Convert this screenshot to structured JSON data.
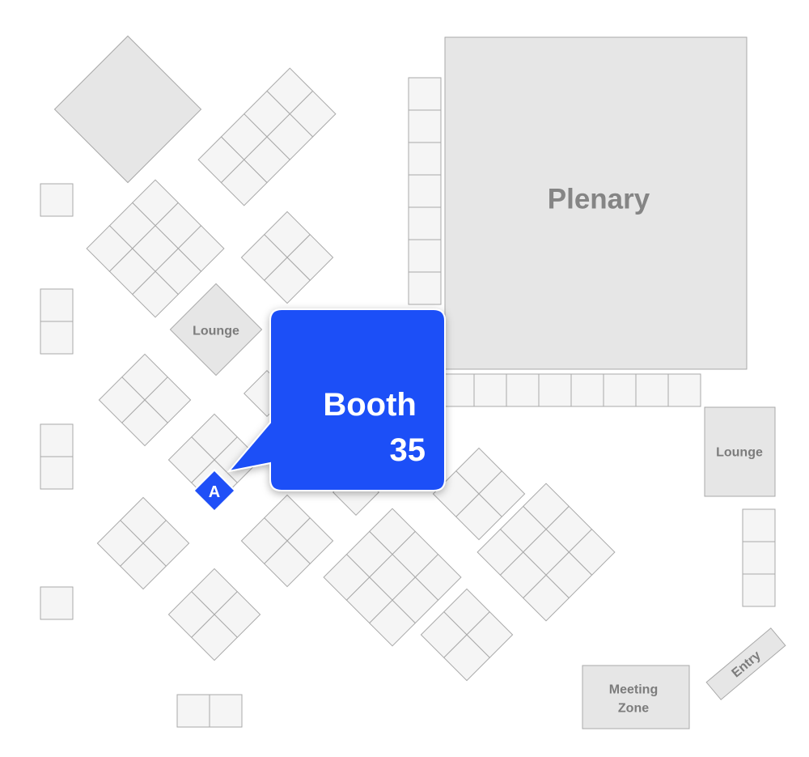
{
  "areas": {
    "plenary": "Plenary",
    "lounge_left": "Lounge",
    "lounge_right": "Lounge",
    "meeting_zone_line1": "Meeting",
    "meeting_zone_line2": "Zone",
    "entry": "Entry"
  },
  "highlight": {
    "line1": "Booth",
    "line2": "35",
    "marker_letter": "A",
    "color": "#1f4ff7"
  },
  "colors": {
    "booth_fill": "#f5f5f5",
    "area_fill": "#e6e6e6",
    "outline": "#a9a9a9",
    "label": "#7c7c7c"
  }
}
